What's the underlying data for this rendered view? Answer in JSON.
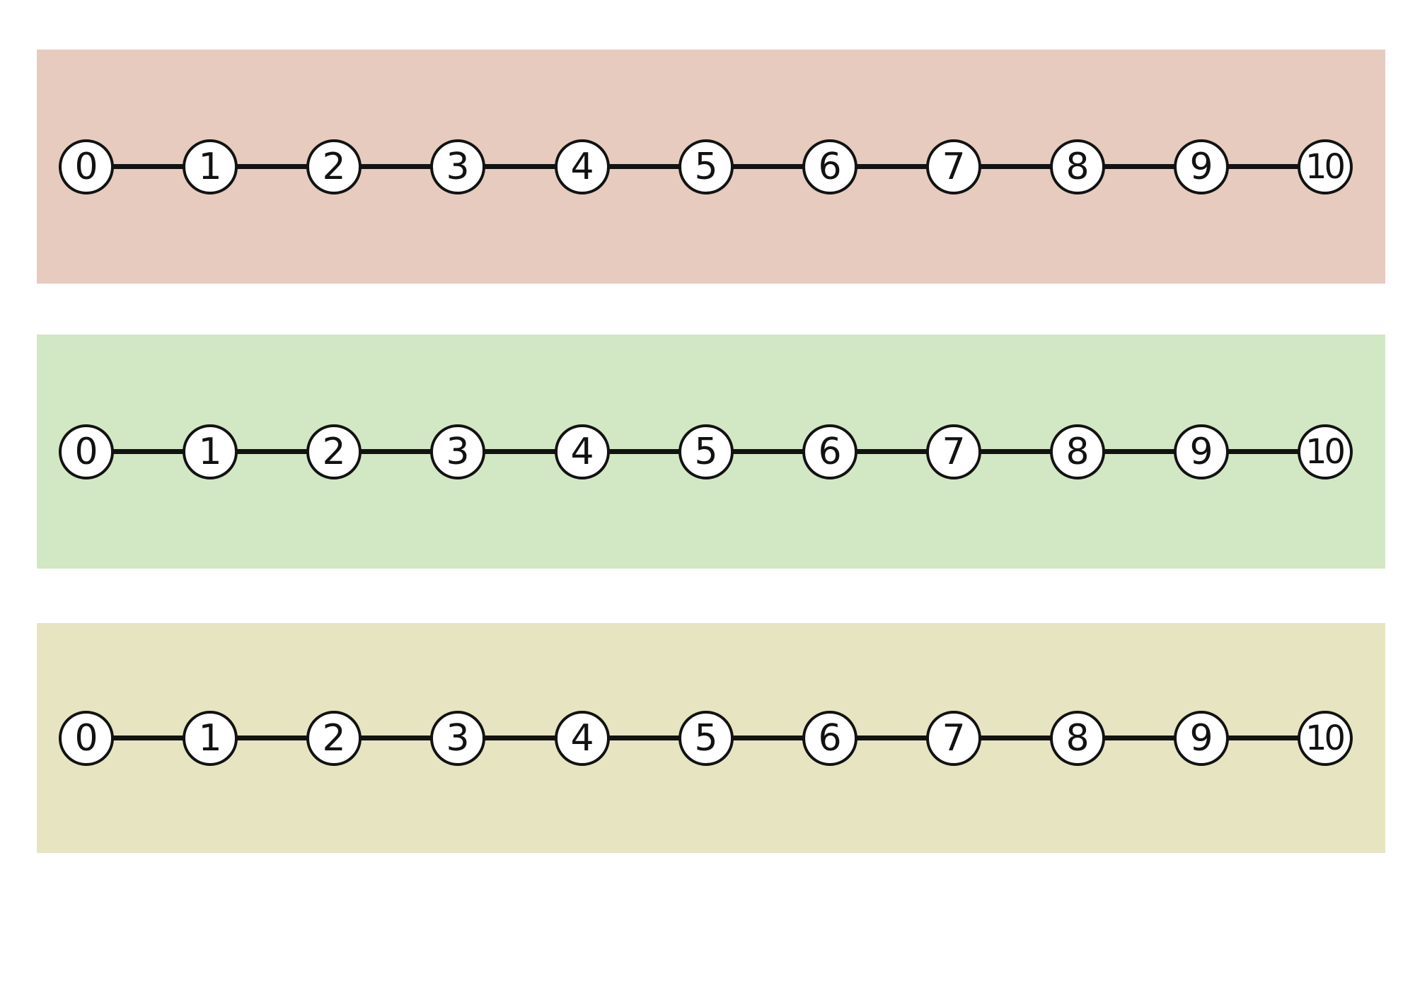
{
  "page": {
    "background": "#ffffff",
    "line_color": "#121212",
    "circle_fill": "#ffffff",
    "circle_stroke": "#121212"
  },
  "strips": [
    {
      "id": "pink",
      "background": "#e7cbbf",
      "numbers": [
        "0",
        "1",
        "2",
        "3",
        "4",
        "5",
        "6",
        "7",
        "8",
        "9",
        "10"
      ]
    },
    {
      "id": "green",
      "background": "#d2e7c3",
      "numbers": [
        "0",
        "1",
        "2",
        "3",
        "4",
        "5",
        "6",
        "7",
        "8",
        "9",
        "10"
      ]
    },
    {
      "id": "yellow",
      "background": "#e7e4c2",
      "numbers": [
        "0",
        "1",
        "2",
        "3",
        "4",
        "5",
        "6",
        "7",
        "8",
        "9",
        "10"
      ]
    }
  ]
}
